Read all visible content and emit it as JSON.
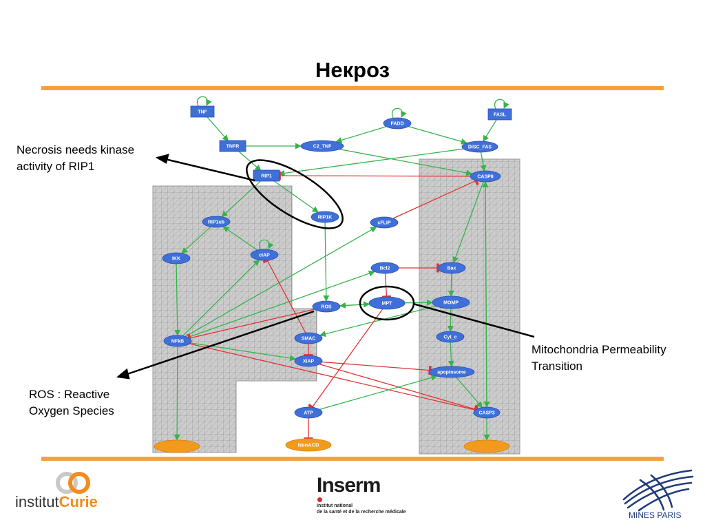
{
  "title": "Некроз",
  "nodes": [
    {
      "id": "TNF",
      "label": "TNF",
      "shape": "rect"
    },
    {
      "id": "TNFR",
      "label": "TNFR",
      "shape": "rect"
    },
    {
      "id": "C2_TNF",
      "label": "C2_TNF",
      "shape": "ellipse"
    },
    {
      "id": "FADD",
      "label": "FADD",
      "shape": "ellipse"
    },
    {
      "id": "FASL",
      "label": "FASL",
      "shape": "rect"
    },
    {
      "id": "DISC_FAS",
      "label": "DISC_FAS",
      "shape": "ellipse"
    },
    {
      "id": "RIP1",
      "label": "RIP1",
      "shape": "rect"
    },
    {
      "id": "CASP8",
      "label": "CASP8",
      "shape": "ellipse"
    },
    {
      "id": "RIP1ub",
      "label": "RIP1ub",
      "shape": "ellipse"
    },
    {
      "id": "RIP1K",
      "label": "RIP1K",
      "shape": "ellipse"
    },
    {
      "id": "cFLIP",
      "label": "cFLIP",
      "shape": "ellipse"
    },
    {
      "id": "IKK",
      "label": "IKK",
      "shape": "ellipse"
    },
    {
      "id": "cIAP",
      "label": "cIAP",
      "shape": "ellipse"
    },
    {
      "id": "Bcl2",
      "label": "Bcl2",
      "shape": "ellipse"
    },
    {
      "id": "Bax",
      "label": "Bax",
      "shape": "ellipse"
    },
    {
      "id": "ROS",
      "label": "ROS",
      "shape": "ellipse"
    },
    {
      "id": "MPT",
      "label": "MPT",
      "shape": "ellipse"
    },
    {
      "id": "MOMP",
      "label": "MOMP",
      "shape": "ellipse"
    },
    {
      "id": "NFkB",
      "label": "NFkB",
      "shape": "ellipse"
    },
    {
      "id": "SMAC",
      "label": "SMAC",
      "shape": "ellipse"
    },
    {
      "id": "Cyt_c",
      "label": "Cyt_c",
      "shape": "ellipse"
    },
    {
      "id": "XIAP",
      "label": "XIAP",
      "shape": "ellipse"
    },
    {
      "id": "apoptosome",
      "label": "apoptosome",
      "shape": "ellipse"
    },
    {
      "id": "ATP",
      "label": "ATP",
      "shape": "ellipse"
    },
    {
      "id": "CASP3",
      "label": "CASP3",
      "shape": "ellipse"
    },
    {
      "id": "NonACD",
      "label": "NonACD",
      "shape": "output"
    },
    {
      "id": "Survival",
      "label": "",
      "shape": "output"
    },
    {
      "id": "Apoptosis",
      "label": "",
      "shape": "output"
    }
  ],
  "edges": [
    {
      "from": "TNF",
      "to": "TNF",
      "type": "activation"
    },
    {
      "from": "FADD",
      "to": "FADD",
      "type": "activation"
    },
    {
      "from": "FASL",
      "to": "FASL",
      "type": "activation"
    },
    {
      "from": "cIAP",
      "to": "cIAP",
      "type": "activation"
    },
    {
      "from": "TNF",
      "to": "TNFR",
      "type": "activation"
    },
    {
      "from": "TNFR",
      "to": "C2_TNF",
      "type": "activation"
    },
    {
      "from": "TNFR",
      "to": "RIP1",
      "type": "activation"
    },
    {
      "from": "FADD",
      "to": "C2_TNF",
      "type": "activation"
    },
    {
      "from": "FADD",
      "to": "DISC_FAS",
      "type": "activation"
    },
    {
      "from": "FASL",
      "to": "DISC_FAS",
      "type": "activation"
    },
    {
      "from": "C2_TNF",
      "to": "CASP8",
      "type": "activation"
    },
    {
      "from": "DISC_FAS",
      "to": "RIP1",
      "type": "activation"
    },
    {
      "from": "DISC_FAS",
      "to": "CASP8",
      "type": "activation"
    },
    {
      "from": "CASP8",
      "to": "RIP1",
      "type": "inhibition"
    },
    {
      "from": "RIP1",
      "to": "RIP1ub",
      "type": "activation"
    },
    {
      "from": "RIP1",
      "to": "RIP1K",
      "type": "activation"
    },
    {
      "from": "cIAP",
      "to": "RIP1ub",
      "type": "activation"
    },
    {
      "from": "RIP1ub",
      "to": "IKK",
      "type": "activation"
    },
    {
      "from": "IKK",
      "to": "NFkB",
      "type": "activation"
    },
    {
      "from": "RIP1K",
      "to": "ROS",
      "type": "activation"
    },
    {
      "from": "cFLIP",
      "to": "CASP8",
      "type": "inhibition"
    },
    {
      "from": "NFkB",
      "to": "cIAP",
      "type": "activation"
    },
    {
      "from": "NFkB",
      "to": "cFLIP",
      "type": "activation"
    },
    {
      "from": "NFkB",
      "to": "Bcl2",
      "type": "activation"
    },
    {
      "from": "NFkB",
      "to": "XIAP",
      "type": "activation"
    },
    {
      "from": "NFkB",
      "to": "Survival",
      "type": "activation"
    },
    {
      "from": "ROS",
      "to": "NFkB",
      "type": "inhibition"
    },
    {
      "from": "NFkB",
      "to": "CASP3",
      "type": "inhibition"
    },
    {
      "from": "ROS",
      "to": "MPT",
      "type": "activation"
    },
    {
      "from": "MPT",
      "to": "ROS",
      "type": "activation"
    },
    {
      "from": "Bcl2",
      "to": "Bax",
      "type": "inhibition"
    },
    {
      "from": "Bcl2",
      "to": "MPT",
      "type": "inhibition"
    },
    {
      "from": "MPT",
      "to": "MOMP",
      "type": "activation"
    },
    {
      "from": "MPT",
      "to": "ATP",
      "type": "inhibition"
    },
    {
      "from": "SMAC",
      "to": "cIAP",
      "type": "inhibition"
    },
    {
      "from": "SMAC",
      "to": "XIAP",
      "type": "inhibition"
    },
    {
      "from": "MOMP",
      "to": "SMAC",
      "type": "activation"
    },
    {
      "from": "CASP8",
      "to": "Bax",
      "type": "activation"
    },
    {
      "from": "Bax",
      "to": "MOMP",
      "type": "activation"
    },
    {
      "from": "MOMP",
      "to": "Cyt_c",
      "type": "activation"
    },
    {
      "from": "Cyt_c",
      "to": "apoptosome",
      "type": "activation"
    },
    {
      "from": "XIAP",
      "to": "apoptosome",
      "type": "inhibition"
    },
    {
      "from": "XIAP",
      "to": "CASP3",
      "type": "inhibition"
    },
    {
      "from": "apoptosome",
      "to": "CASP3",
      "type": "activation"
    },
    {
      "from": "ATP",
      "to": "apoptosome",
      "type": "activation"
    },
    {
      "from": "CASP8",
      "to": "CASP3",
      "type": "activation"
    },
    {
      "from": "CASP3",
      "to": "CASP8",
      "type": "activation"
    },
    {
      "from": "CASP3",
      "to": "Apoptosis",
      "type": "activation"
    },
    {
      "from": "ATP",
      "to": "NonACD",
      "type": "inhibition"
    }
  ],
  "callouts": [
    {
      "id": "rip1",
      "lines": [
        "Necrosis needs kinase",
        "activity of RIP1"
      ]
    },
    {
      "id": "ros",
      "lines": [
        "ROS : Reactive",
        "Oxygen Species"
      ]
    },
    {
      "id": "mpt",
      "lines": [
        "Mitochondria Permeability",
        "Transition"
      ]
    }
  ],
  "logos": {
    "curie_prefix": "institut",
    "curie_name": "Curie",
    "inserm_name": "Inserm",
    "inserm_sub_line1": "Institut national",
    "inserm_sub_line2": "de la santé et de la recherche médicale",
    "mines_name": "MINES PARIS"
  },
  "colors": {
    "accent_rule": "#f4a13c",
    "node_fill": "#3f6fd8",
    "output_fill": "#f29a1e",
    "activation": "#35b34a",
    "inhibition": "#e03434",
    "grid_region": "#c8c8c8"
  }
}
